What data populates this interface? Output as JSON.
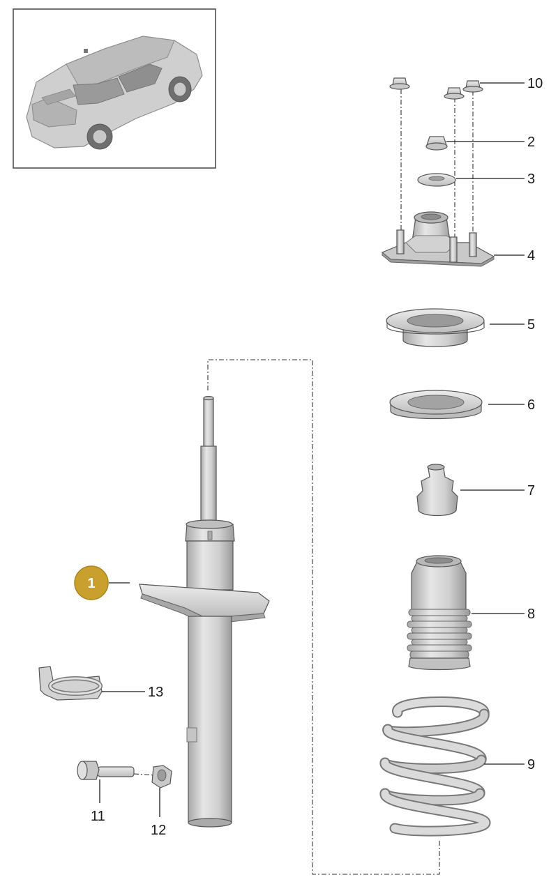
{
  "callouts": {
    "p1": "1",
    "p2": "2",
    "p3": "3",
    "p4": "4",
    "p5": "5",
    "p6": "6",
    "p7": "7",
    "p8": "8",
    "p9": "9",
    "p10": "10",
    "p11": "11",
    "p12": "12",
    "p13": "13"
  },
  "colors": {
    "badge": "#c9a02e",
    "part_fill": "#d6d6d6",
    "part_dark": "#a9a9a9",
    "line": "#1a1a1a"
  },
  "icons": {
    "vehicle": "car-thumbnail-icon"
  }
}
